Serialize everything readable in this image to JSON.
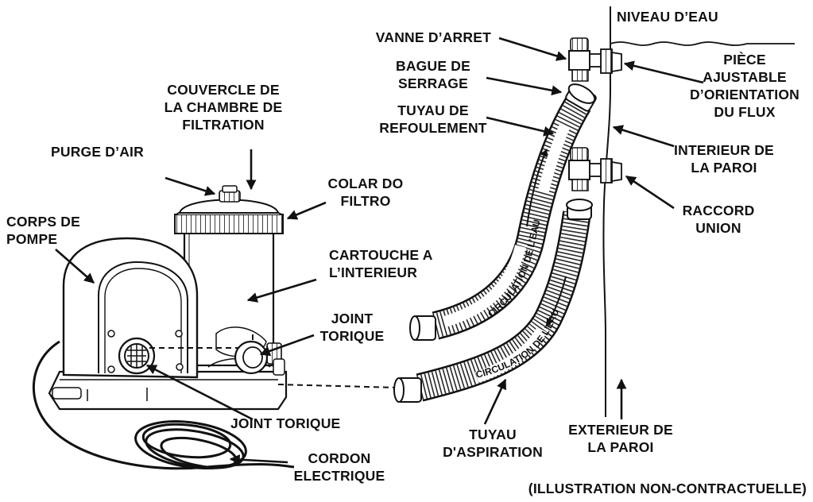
{
  "labels": {
    "water_level": "NIVEAU D’EAU",
    "shutoff_valve": "VANNE D’ARRET",
    "clamp_ring": [
      "BAGUE DE",
      "SERRAGE"
    ],
    "outlet_hose": [
      "TUYAU DE",
      "REFOULEMENT"
    ],
    "filter_cover": [
      "COUVERCLE DE",
      "LA CHAMBRE DE",
      "FILTRATION"
    ],
    "air_purge": "PURGE D’AIR",
    "filter_collar": [
      "COLAR DO",
      "FILTRO"
    ],
    "pump_body": [
      "CORPS DE",
      "POMPE"
    ],
    "cartridge": [
      "CARTOUCHE A",
      "L’INTERIEUR"
    ],
    "o_ring_right": [
      "JOINT",
      "TORIQUE"
    ],
    "o_ring_bottom": "JOINT TORIQUE",
    "power_cord": [
      "CORDON",
      "ELECTRIQUE"
    ],
    "inlet_hose": [
      "TUYAU",
      "D'ASPIRATION"
    ],
    "adjustable_piece": [
      "PIÈCE",
      "AJUSTABLE",
      "D’ORIENTATION",
      "DU FLUX"
    ],
    "wall_inside": [
      "INTERIEUR DE",
      "LA PAROI"
    ],
    "union_fitting": [
      "RACCORD",
      "UNION"
    ],
    "wall_outside": [
      "EXTERIEUR DE",
      "LA PAROI"
    ],
    "disclaimer": "(ILLUSTRATION NON-CONTRACTUELLE)"
  },
  "hose_text": {
    "upper": "CIRCULATION DE L’EAU",
    "lower": "CIRCULATION DE L’EAU"
  }
}
